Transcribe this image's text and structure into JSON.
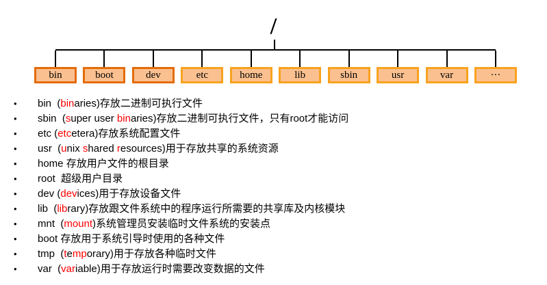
{
  "diagram": {
    "root_label": "/",
    "directories": [
      {
        "name": "bin",
        "label": "bin",
        "variant": "dark"
      },
      {
        "name": "boot",
        "label": "boot",
        "variant": "dark"
      },
      {
        "name": "dev",
        "label": "dev",
        "variant": "dark"
      },
      {
        "name": "etc",
        "label": "etc",
        "variant": "light"
      },
      {
        "name": "home",
        "label": "home",
        "variant": "light"
      },
      {
        "name": "lib",
        "label": "lib",
        "variant": "light"
      },
      {
        "name": "sbin",
        "label": "sbin",
        "variant": "light"
      },
      {
        "name": "usr",
        "label": "usr",
        "variant": "light"
      },
      {
        "name": "var",
        "label": "var",
        "variant": "light"
      },
      {
        "name": "more",
        "label": "···",
        "variant": "light"
      }
    ],
    "colors": {
      "box_fill": "#FAC090",
      "box_border_dark": "#E36C09",
      "box_border_light": "#F9A21F",
      "line": "#000000"
    }
  },
  "notes": {
    "bullet_char": "•",
    "text_color": "#000000",
    "highlight_color": "#FF0000",
    "items": [
      {
        "segments": [
          {
            "t": "bin  (",
            "c": "black"
          },
          {
            "t": "bin",
            "c": "red"
          },
          {
            "t": "aries)存放二进制可执行文件",
            "c": "black"
          }
        ]
      },
      {
        "segments": [
          {
            "t": "sbin  (",
            "c": "black"
          },
          {
            "t": "s",
            "c": "red"
          },
          {
            "t": "uper user ",
            "c": "black"
          },
          {
            "t": "bin",
            "c": "red"
          },
          {
            "t": "aries)存放二进制可执行文件，只有root才能访问",
            "c": "black"
          }
        ]
      },
      {
        "segments": [
          {
            "t": "etc (",
            "c": "black"
          },
          {
            "t": "etc",
            "c": "red"
          },
          {
            "t": "etera)存放系统配置文件",
            "c": "black"
          }
        ]
      },
      {
        "segments": [
          {
            "t": "usr  (",
            "c": "black"
          },
          {
            "t": "u",
            "c": "red"
          },
          {
            "t": "nix ",
            "c": "black"
          },
          {
            "t": "s",
            "c": "red"
          },
          {
            "t": "hared ",
            "c": "black"
          },
          {
            "t": "r",
            "c": "red"
          },
          {
            "t": "esources)用于存放共享的系统资源",
            "c": "black"
          }
        ]
      },
      {
        "segments": [
          {
            "t": "home 存放用户文件的根目录",
            "c": "black"
          }
        ]
      },
      {
        "segments": [
          {
            "t": "root  超级用户目录",
            "c": "black"
          }
        ]
      },
      {
        "segments": [
          {
            "t": "dev (",
            "c": "black"
          },
          {
            "t": "dev",
            "c": "red"
          },
          {
            "t": "ices)用于存放设备文件",
            "c": "black"
          }
        ]
      },
      {
        "segments": [
          {
            "t": "lib  (",
            "c": "black"
          },
          {
            "t": "lib",
            "c": "red"
          },
          {
            "t": "rary)存放跟文件系统中的程序运行所需要的共享库及内核模块",
            "c": "black"
          }
        ]
      },
      {
        "segments": [
          {
            "t": "mnt  (",
            "c": "black"
          },
          {
            "t": "mount",
            "c": "red"
          },
          {
            "t": ")系统管理员安装临时文件系统的安装点",
            "c": "black"
          }
        ]
      },
      {
        "segments": [
          {
            "t": "boot 存放用于系统引导时使用的各种文件",
            "c": "black"
          }
        ]
      },
      {
        "segments": [
          {
            "t": "tmp  (",
            "c": "black"
          },
          {
            "t": "t",
            "c": "red"
          },
          {
            "t": "e",
            "c": "black"
          },
          {
            "t": "mp",
            "c": "red"
          },
          {
            "t": "orary)用于存放各种临时文件",
            "c": "black"
          }
        ]
      },
      {
        "segments": [
          {
            "t": "var  (",
            "c": "black"
          },
          {
            "t": "var",
            "c": "red"
          },
          {
            "t": "iable)用于存放运行时需要改变数据的文件",
            "c": "black"
          }
        ]
      }
    ]
  }
}
